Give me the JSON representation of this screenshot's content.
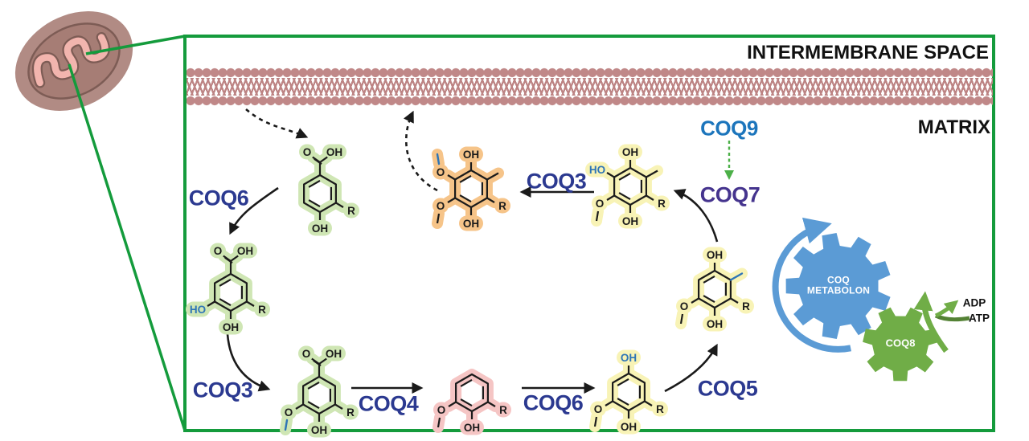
{
  "regions": {
    "intermembrane_space": "INTERMEMBRANE SPACE",
    "matrix": "MATRIX"
  },
  "enzymes": {
    "coq6_top": "COQ6",
    "coq3_left": "COQ3",
    "coq4": "COQ4",
    "coq6_bottom": "COQ6",
    "coq5": "COQ5",
    "coq7": "COQ7",
    "coq3_top": "COQ3",
    "coq9": "COQ9"
  },
  "metabolon": {
    "line1": "COQ",
    "line2": "METABOLON"
  },
  "coq8_label": "COQ8",
  "nucleotides": {
    "adp": "ADP",
    "atp": "ATP"
  },
  "molecules": {
    "m1": {
      "carboxyl_o": "O",
      "carboxyl_oh": "OH",
      "r": "R",
      "bottom_oh": "OH"
    },
    "m2": {
      "carboxyl_o": "O",
      "carboxyl_oh": "OH",
      "left": "HO",
      "r": "R",
      "bottom_oh": "OH"
    },
    "m3": {
      "carboxyl_o": "O",
      "carboxyl_oh": "OH",
      "left_o": "O",
      "r": "R",
      "bottom_oh": "OH"
    },
    "m4": {
      "left_o": "O",
      "r": "R",
      "bottom_oh": "OH"
    },
    "m5": {
      "top_oh": "OH",
      "left_o": "O",
      "r": "R",
      "bottom_oh": "OH"
    },
    "m6": {
      "top_oh": "OH",
      "left_o": "O",
      "r": "R",
      "bottom_oh": "OH"
    },
    "m7": {
      "top_oh": "OH",
      "top_left": "HO",
      "left_o": "O",
      "r": "R",
      "bottom_oh": "OH"
    },
    "m8": {
      "top_oh": "OH",
      "top_left_o": "O",
      "left_o": "O",
      "r": "R",
      "bottom_oh": "OH"
    }
  },
  "colors": {
    "outline_green": "#149b3c",
    "membrane_rose": "#c08888",
    "enzyme_blue": "#2b3990",
    "coq7_purple": "#45348e",
    "coq9_blue": "#1c75bc",
    "metabolon_blue": "#5b9bd5",
    "coq8_green": "#70ad47",
    "atp_arrow_dark_green": "#548235",
    "dashed_arrow_green": "#4cb048",
    "new_group_blue": "#2e75b6",
    "highlight_green": "#cfe6b4",
    "highlight_pink": "#f5c5c4",
    "highlight_yellow": "#f8f3b6",
    "highlight_orange": "#f6c489",
    "mito_outer": "#b18b84",
    "mito_inner": "#a67d75",
    "mito_cristae": "#f2b5ae"
  }
}
